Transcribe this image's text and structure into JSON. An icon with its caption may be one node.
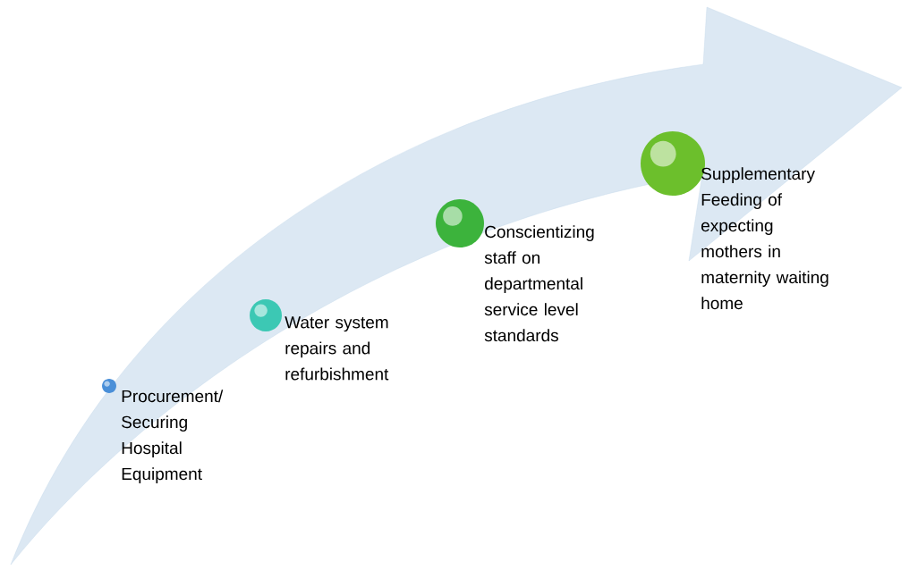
{
  "diagram": {
    "nodes": [
      {
        "text": [
          "Procurement/ Securing Hospital Equipment"
        ]
      },
      {
        "text": [
          "Water system repairs and refurbishment"
        ]
      },
      {
        "text": [
          "Conscientizing staff on departmental service level standards"
        ]
      },
      {
        "text": [
          "Supplementary Feeding of expecting mothers in maternity waiting home"
        ]
      }
    ]
  }
}
